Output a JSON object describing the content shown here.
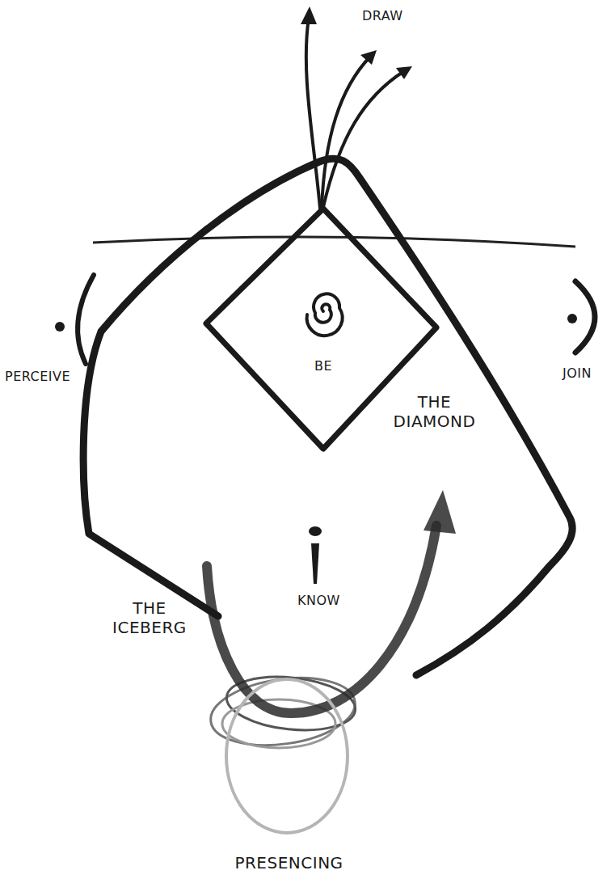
{
  "diagram": {
    "nodes": [
      {
        "text": [
          "THE ICEBERG"
        ]
      },
      {
        "text": [
          "BE",
          "THE DIAMOND"
        ],
        "in": 0
      },
      {
        "text": [
          "PRESENCING"
        ]
      }
    ],
    "labels": [
      "DRAW",
      "PERCEIVE",
      "JOIN",
      "KNOW"
    ]
  }
}
